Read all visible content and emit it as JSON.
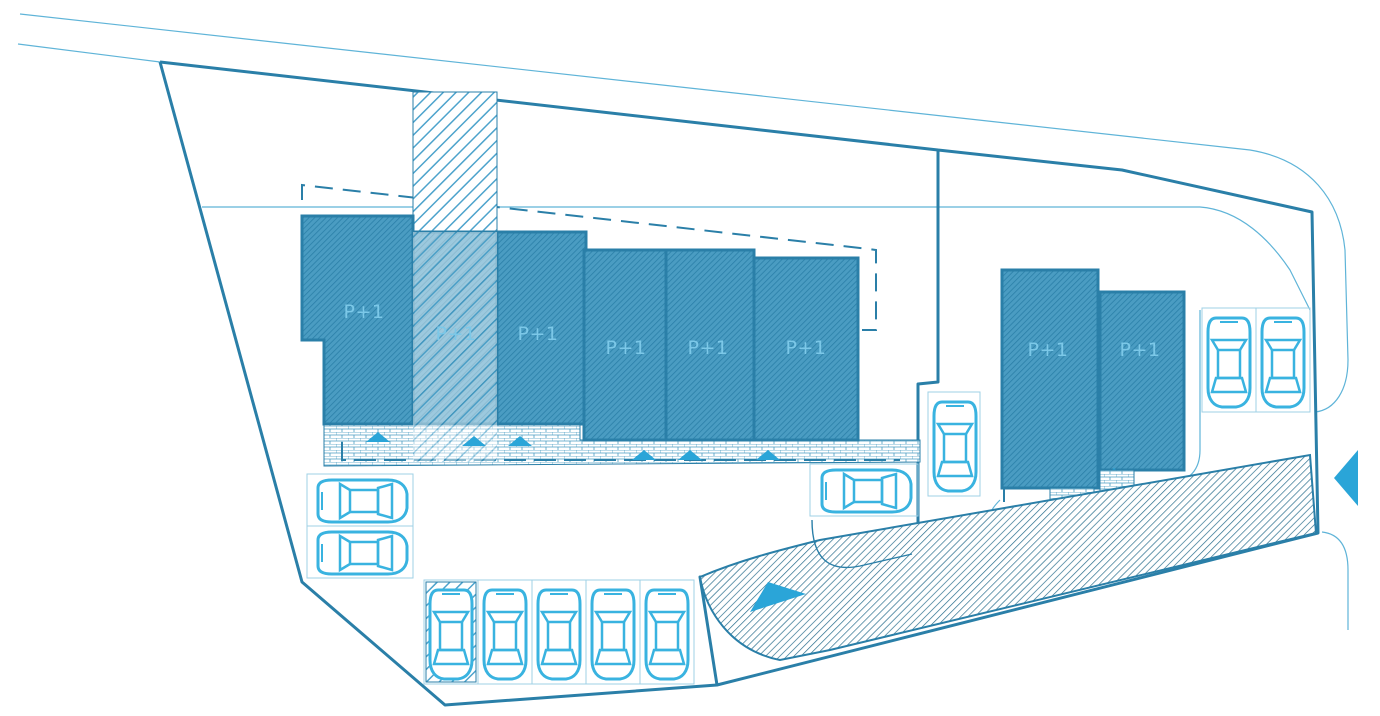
{
  "colors": {
    "line": "#2a7fa8",
    "line_light": "#5fb4d8",
    "building_fill": "#3a90b8",
    "accent": "#2aa5d8",
    "car": "#39b3e0"
  },
  "buildings": {
    "b1": "P+1",
    "b2": "P+1",
    "b3": "P+1",
    "b4": "P+1",
    "b5": "P+1",
    "b6": "P+1",
    "b7": "P+1",
    "b8": "P+1"
  },
  "icons": {
    "entrance": "triangle-icon",
    "access_arrow": "arrow-icon",
    "car": "car-icon"
  }
}
